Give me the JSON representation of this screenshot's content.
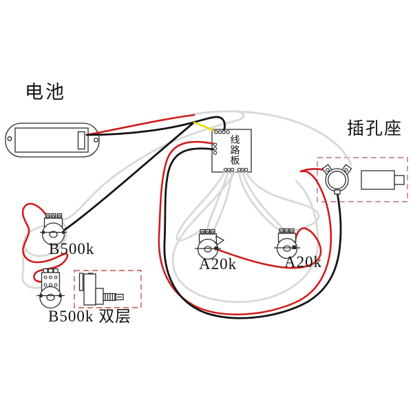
{
  "labels": {
    "battery": "电池",
    "jack": "插孔座",
    "board": [
      "线",
      "路",
      "板"
    ],
    "pot_b500k": "B500k",
    "pot_b500k_dual": "B500k 双层",
    "pot_a20k_left": "A20k",
    "pot_a20k_right": "A20k"
  },
  "colors": {
    "outline": "#2b2b2b",
    "wire_black": "#141414",
    "wire_red": "#cf1d1d",
    "wire_gray": "#d9d9d9",
    "wire_yellow": "#e5de10",
    "jack_box_dash": "#bb6a92",
    "pot_box_dash": "#c64d4d",
    "label_text": "#111111"
  }
}
